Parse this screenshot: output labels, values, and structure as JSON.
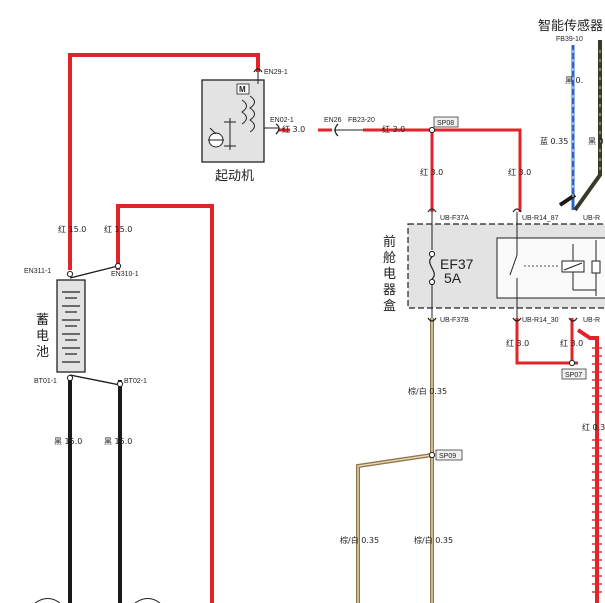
{
  "labels": {
    "smart_sensor": "智能传感器",
    "starter": "起动机",
    "front_box_1": "前",
    "front_box_2": "舱",
    "front_box_3": "电",
    "front_box_4": "器",
    "front_box_5": "盒",
    "battery_1": "蓄",
    "battery_2": "电",
    "battery_3": "池",
    "fuse_name": "EF37",
    "fuse_rating": "5A",
    "starter_motor_mark": "M"
  },
  "connectors": {
    "fb39_10": "FB39-10",
    "en29_1": "EN29-1",
    "en02_1": "EN02-1",
    "en26": "EN26",
    "fb23_20": "FB23-20",
    "sp08": "SP08",
    "ub_f37a": "UB-F37A",
    "ub_r14_87": "UB-R14_87",
    "ub_r_top": "UB-R",
    "ub_f37b": "UB-F37B",
    "ub_r14_30": "UB-R14_30",
    "ub_r_bot": "UB-R",
    "en311_1": "EN311-1",
    "en310_1": "EN310-1",
    "bt01_1": "BT01-1",
    "bt02_1": "BT02-1",
    "sp07": "SP07",
    "sp09": "SP09"
  },
  "wires": {
    "red_3_0_a": "红 3.0",
    "red_3_0_b": "红 3.0",
    "red_3_0_c": "红 3.0",
    "red_3_0_d": "红 3.0",
    "red_3_0_e": "红 3.0",
    "red_3_0_f": "红 3.0",
    "red_15_0_a": "红 15.0",
    "red_15_0_b": "红 15.0",
    "black_15_0_a": "黑 15.0",
    "black_15_0_b": "黑 15.0",
    "brown_white_a": "棕/白 0.35",
    "brown_white_b": "棕/白 0.35",
    "brown_white_c": "棕/白 0.35",
    "blue_0_35": "蓝 0.35",
    "black_0_a": "黑 0.",
    "black_0_b": "黑 0",
    "red_0_3": "红 0.3"
  }
}
